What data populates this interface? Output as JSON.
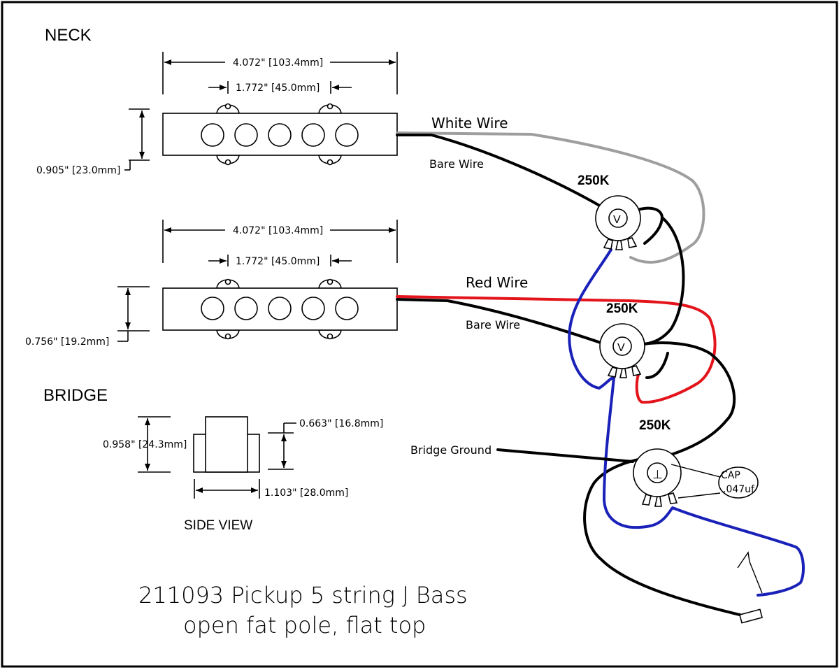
{
  "sections": {
    "neck": "NECK",
    "bridge": "BRIDGE",
    "side_view": "SIDE VIEW"
  },
  "dimensions": {
    "neck_length": "4.072\" [103.4mm]",
    "neck_pole_spacing": "1.772\" [45.0mm]",
    "neck_width": "0.905\" [23.0mm]",
    "bridge_length": "4.072\" [103.4mm]",
    "bridge_pole_spacing": "1.772\" [45.0mm]",
    "bridge_width": "0.756\" [19.2mm]",
    "side_height": "0.958\" [24.3mm]",
    "side_cover_height": "0.663\" [16.8mm]",
    "side_width": "1.103\" [28.0mm]"
  },
  "wires": {
    "white": "White Wire",
    "bare_neck": "Bare Wire",
    "red": "Red Wire",
    "bare_bridge": "Bare Wire",
    "bridge_ground": "Bridge Ground"
  },
  "pots": [
    {
      "value": "250K",
      "symbol": "V"
    },
    {
      "value": "250K",
      "symbol": "V"
    },
    {
      "value": "250K",
      "symbol": "⊥"
    }
  ],
  "capacitor": {
    "line1": "CAP",
    "line2": ".047uf"
  },
  "title": {
    "line1": "211093 Pickup 5 string J Bass",
    "line2": "open fat pole, flat top"
  },
  "colors": {
    "white_wire": "#9e9e9e",
    "red_wire": "#e3141b",
    "blue_wire": "#1a21b8",
    "black_wire": "#000000"
  }
}
